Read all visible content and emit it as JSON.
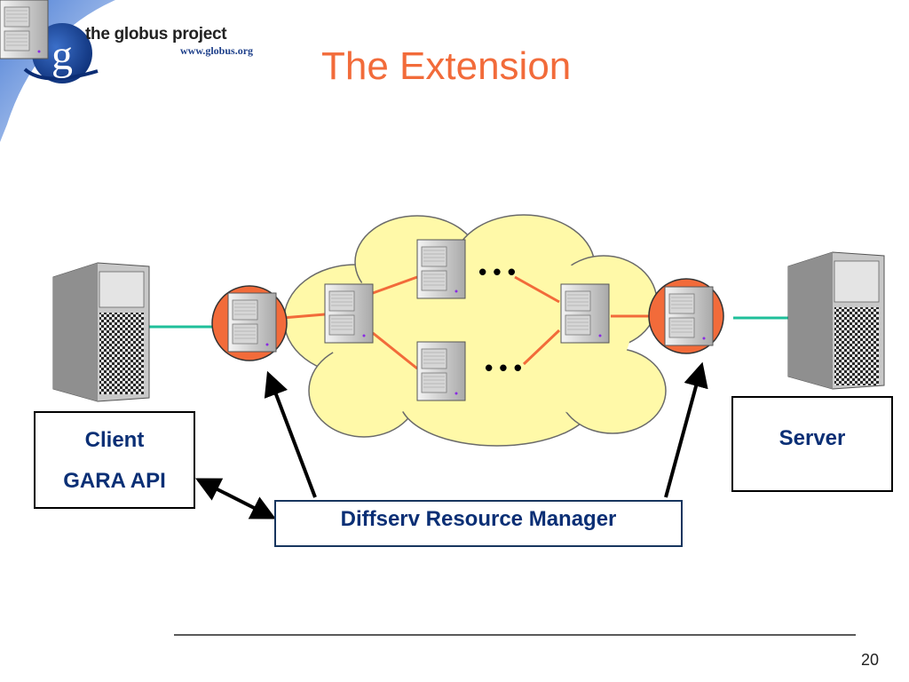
{
  "brand": {
    "name": "the globus project",
    "url": "www.globus.org",
    "logo_letter": "g"
  },
  "slide": {
    "title": "The Extension",
    "page_number": "20"
  },
  "boxes": {
    "client": {
      "line1": "Client",
      "line2": "GARA API"
    },
    "server": {
      "line1": "Server"
    },
    "manager": {
      "label": "Diffserv Resource Manager"
    }
  },
  "network": {
    "ellipsis": "• • •",
    "cloud_color": "#fff9a8",
    "edge_router_color": "#f26b3a",
    "link_color": "#f26b3a",
    "access_link_color": "#1fbf9a"
  },
  "colors": {
    "title": "#f26b3a",
    "labels": "#0a2f75",
    "accent_arc": "#5b8ee0"
  }
}
